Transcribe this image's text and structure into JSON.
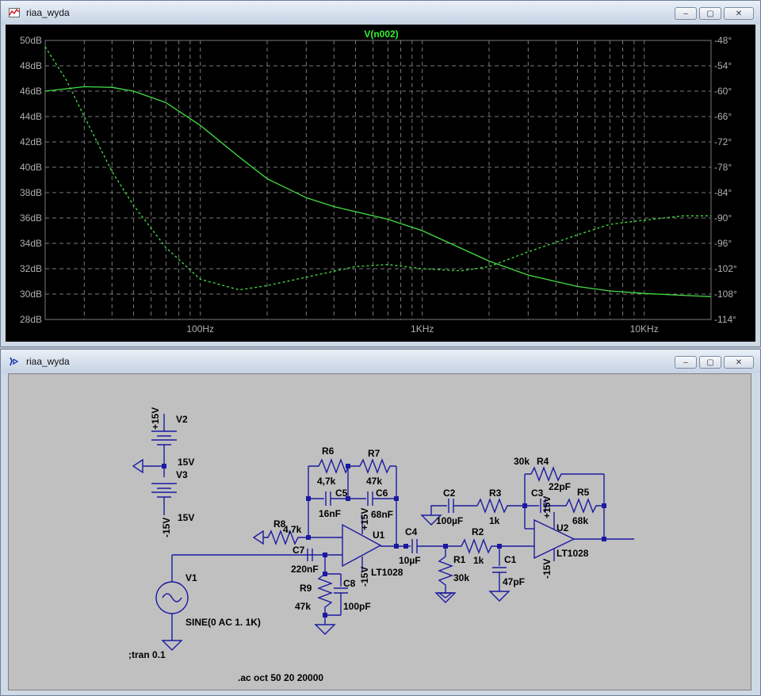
{
  "plot_window": {
    "title": "riaa_wyda",
    "trace_label": "V(n002)",
    "buttons": {
      "minimize": "–",
      "maximize": "▢",
      "close": "✕"
    }
  },
  "schematic_window": {
    "title": "riaa_wyda",
    "buttons": {
      "minimize": "–",
      "maximize": "▢",
      "close": "✕"
    }
  },
  "chart_data": {
    "type": "line",
    "title": "V(n002)",
    "x_scale": "log",
    "xlim": [
      20,
      20000
    ],
    "x_tick_labels": [
      "100Hz",
      "1KHz",
      "10KHz"
    ],
    "y_left_ticks": [
      "50dB",
      "48dB",
      "46dB",
      "44dB",
      "42dB",
      "40dB",
      "38dB",
      "36dB",
      "34dB",
      "32dB",
      "30dB",
      "28dB"
    ],
    "y_right_ticks": [
      "-48°",
      "-54°",
      "-60°",
      "-66°",
      "-72°",
      "-78°",
      "-84°",
      "-90°",
      "-96°",
      "-102°",
      "-108°",
      "-114°"
    ],
    "ylim_left": [
      28,
      50
    ],
    "ylim_right": [
      -114,
      -48
    ],
    "grid": true,
    "colors": {
      "trace": "#44dd44",
      "axis_text": "#b0b0b0",
      "grid": "#7a7a7a",
      "title": "#33ee33"
    },
    "series": [
      {
        "name": "magnitude",
        "style": "solid",
        "x": [
          20,
          30,
          40,
          50,
          70,
          100,
          150,
          200,
          300,
          400,
          500,
          700,
          1000,
          1500,
          2000,
          3000,
          5000,
          7000,
          10000,
          15000,
          20000
        ],
        "y": [
          46.0,
          46.35,
          46.3,
          46.0,
          45.1,
          43.3,
          40.8,
          39.1,
          37.6,
          36.9,
          36.5,
          35.9,
          35.0,
          33.6,
          32.6,
          31.5,
          30.6,
          30.25,
          30.05,
          29.9,
          29.8
        ]
      },
      {
        "name": "phase",
        "style": "dashed",
        "x": [
          20,
          25,
          30,
          40,
          50,
          70,
          100,
          150,
          200,
          300,
          500,
          700,
          1000,
          1500,
          2000,
          3000,
          5000,
          7000,
          10000,
          15000,
          20000
        ],
        "y": [
          -49.5,
          -57.5,
          -66,
          -79,
          -87,
          -97,
          -104.5,
          -107,
          -106,
          -104,
          -101.5,
          -101,
          -102,
          -102.5,
          -101.5,
          -98,
          -94,
          -91.5,
          -90.5,
          -89.5,
          -89.5
        ]
      }
    ]
  },
  "schematic": {
    "components": {
      "V2": "V2",
      "V2_val": "15V",
      "V2_net": "+15V",
      "V3": "V3",
      "V3_val": "15V",
      "V3_net": "-15V",
      "V1": "V1",
      "V1_val": "SINE(0 AC 1. 1K)",
      "R6": "R6",
      "R6_val": "4,7k",
      "R7": "R7",
      "R7_val": "47k",
      "C5": "C5",
      "C5_val": "16nF",
      "C6": "C6",
      "C6_val": "68nF",
      "R8": "R8",
      "R8_val": "4,7k",
      "C7": "C7",
      "C7_val": "220nF",
      "R9": "R9",
      "R9_val": "47k",
      "C8": "C8",
      "C8_val": "100pF",
      "U1": "U1",
      "U1_model": "LT1028",
      "U1_pos": "+15V",
      "U1_neg": "-15V",
      "C4": "C4",
      "C4_val": "10µF",
      "R1": "R1",
      "R1_val": "30k",
      "C2": "C2",
      "C2_val": "100µF",
      "R3": "R3",
      "R3_val": "1k",
      "R2": "R2",
      "R2_val": "1k",
      "C1": "C1",
      "C1_val": "47pF",
      "R4": "R4",
      "R4_val": "30k",
      "C3": "C3",
      "C3_val": "22pF",
      "R5": "R5",
      "R5_val": "68k",
      "U2": "U2",
      "U2_model": "LT1028",
      "U2_pos": "+15V",
      "U2_neg": "-15V"
    },
    "directives": {
      "tran": ";tran 0.1",
      "ac": ".ac oct 50 20 20000"
    }
  }
}
